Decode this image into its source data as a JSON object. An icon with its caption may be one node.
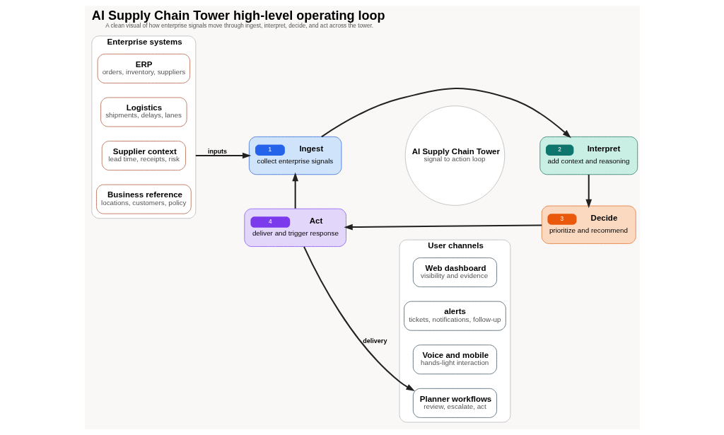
{
  "diagram": {
    "title": "AI Supply Chain Tower high-level operating loop",
    "caption": "A clean visual of how enterprise signals move through ingest, interpret, decide, and act across the tower.",
    "nodes": [
      {
        "text": [
          "Enterprise systems"
        ]
      },
      {
        "text": [
          "ERP",
          "orders, inventory, suppliers"
        ],
        "in": 0
      },
      {
        "text": [
          "Logistics",
          "shipments, delays, lanes"
        ],
        "in": 0
      },
      {
        "text": [
          "Supplier context",
          "lead time, receipts, risk"
        ],
        "in": 0
      },
      {
        "text": [
          "Business reference",
          "locations, customers, policy"
        ],
        "in": 0
      },
      {
        "text": [
          "1",
          "Ingest",
          "collect enterprise signals"
        ]
      },
      {
        "text": [
          "2",
          "Interpret",
          "add context and reasoning"
        ]
      },
      {
        "text": [
          "AI Supply Chain Tower",
          "signal to action loop"
        ]
      },
      {
        "text": [
          "3",
          "Decide",
          "prioritize and recommend"
        ]
      },
      {
        "text": [
          "4",
          "Act",
          "deliver and trigger response"
        ]
      },
      {
        "text": [
          "User channels"
        ]
      },
      {
        "text": [
          "Web dashboard",
          "visibility and evidence"
        ],
        "in": 10
      },
      {
        "text": [
          "alerts",
          "tickets, notifications, follow-up"
        ],
        "in": 10
      },
      {
        "text": [
          "Voice and mobile",
          "hands-light interaction"
        ],
        "in": 10
      },
      {
        "text": [
          "Planner workflows",
          "review, escalate, act"
        ],
        "in": 10
      }
    ],
    "edges": [
      {
        "from": 0,
        "to": 5,
        "arrow": "to",
        "label": "inputs"
      },
      {
        "from": 5,
        "to": 6,
        "arrow": "to"
      },
      {
        "from": 6,
        "to": 8,
        "arrow": "to"
      },
      {
        "from": 8,
        "to": 9,
        "arrow": "to"
      },
      {
        "from": 9,
        "to": 5,
        "arrow": "to"
      },
      {
        "from": 9,
        "to": 14,
        "arrow": "to",
        "label": "delivery"
      }
    ]
  }
}
